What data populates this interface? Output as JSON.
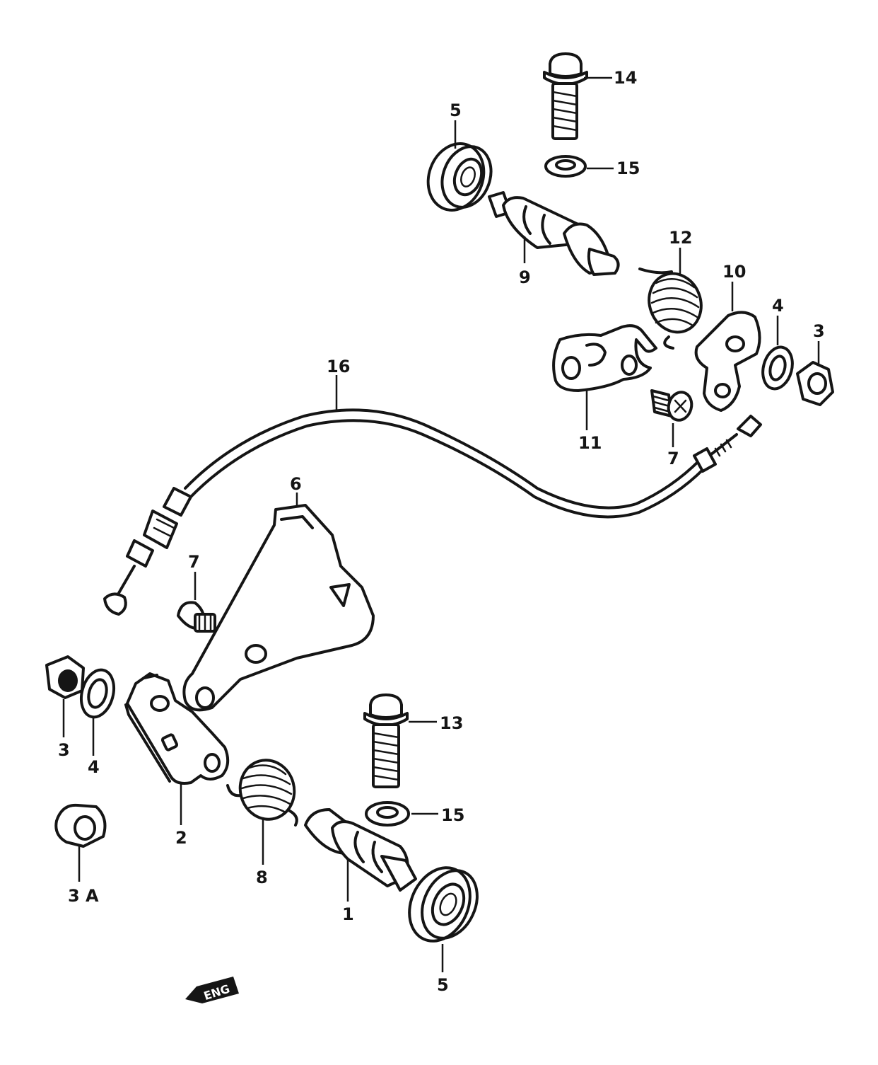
{
  "diagram": {
    "callouts": [
      {
        "id": "c1",
        "label": "1"
      },
      {
        "id": "c2",
        "label": "2"
      },
      {
        "id": "c3a",
        "label": "3"
      },
      {
        "id": "c3b",
        "label": "3"
      },
      {
        "id": "c3A",
        "label": "3 A"
      },
      {
        "id": "c4a",
        "label": "4"
      },
      {
        "id": "c4b",
        "label": "4"
      },
      {
        "id": "c5a",
        "label": "5"
      },
      {
        "id": "c5b",
        "label": "5"
      },
      {
        "id": "c6",
        "label": "6"
      },
      {
        "id": "c7a",
        "label": "7"
      },
      {
        "id": "c7b",
        "label": "7"
      },
      {
        "id": "c8",
        "label": "8"
      },
      {
        "id": "c9",
        "label": "9"
      },
      {
        "id": "c10",
        "label": "10"
      },
      {
        "id": "c11",
        "label": "11"
      },
      {
        "id": "c12",
        "label": "12"
      },
      {
        "id": "c13",
        "label": "13"
      },
      {
        "id": "c14",
        "label": "14"
      },
      {
        "id": "c15a",
        "label": "15"
      },
      {
        "id": "c15b",
        "label": "15"
      },
      {
        "id": "c16",
        "label": "16"
      }
    ],
    "direction_marker": "ENG"
  }
}
